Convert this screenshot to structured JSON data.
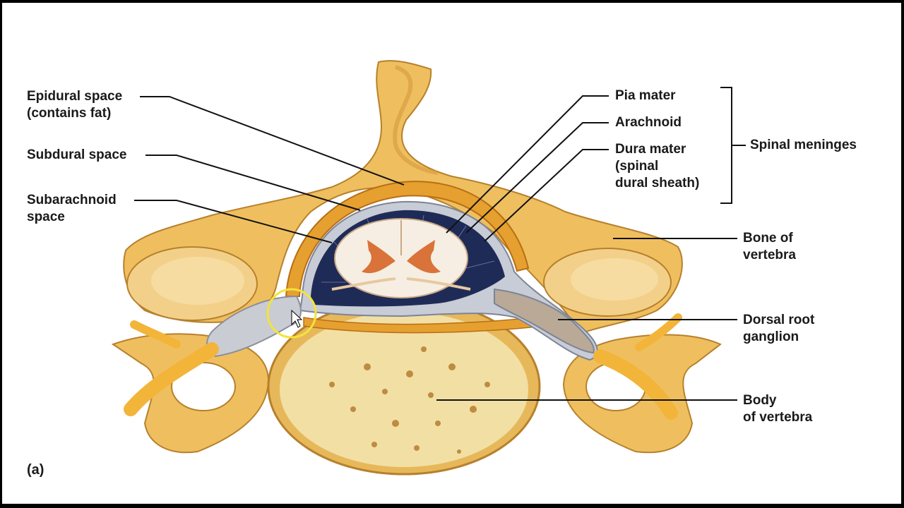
{
  "figure": {
    "panel_label": "(a)",
    "labels": {
      "epidural_space": "Epidural space\n(contains fat)",
      "subdural_space": "Subdural space",
      "subarachnoid_space": "Subarachnoid\nspace",
      "pia_mater": "Pia mater",
      "arachnoid": "Arachnoid",
      "dura_mater": "Dura mater\n(spinal\ndural sheath)",
      "spinal_meninges": "Spinal meninges",
      "bone_of_vertebra": "Bone of\nvertebra",
      "dorsal_root_ganglion": "Dorsal root\nganglion",
      "body_of_vertebra": "Body\nof vertebra"
    },
    "colors": {
      "bone": "#f0c060",
      "bone_shadow": "#c98a2a",
      "fat": "#e8a43a",
      "dura": "#c9d0dc",
      "subarachnoid": "#1e2a55",
      "white_matter": "#f6eee2",
      "gray_matter": "#d9733a",
      "nerve": "#f2b53a",
      "highlight_circle": "#f4e33a"
    }
  }
}
